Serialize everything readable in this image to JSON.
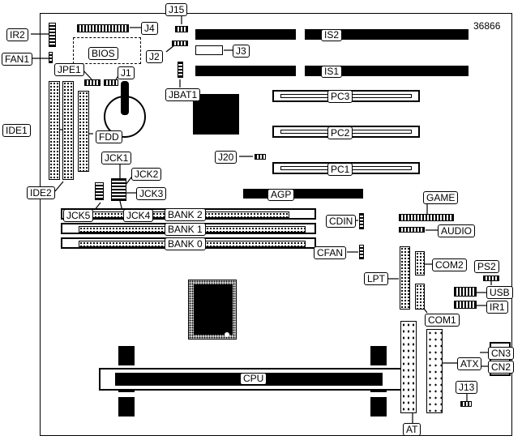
{
  "figure_id": "36866",
  "labels": {
    "ir2": "IR2",
    "fan1": "FAN1",
    "j4": "J4",
    "j15": "J15",
    "j2": "J2",
    "j3": "J3",
    "bios": "BIOS",
    "jpe1": "JPE1",
    "j1": "J1",
    "jbat1": "JBAT1",
    "is2": "IS2",
    "is1": "IS1",
    "pc3": "PC3",
    "pc2": "PC2",
    "pc1": "PC1",
    "ide1": "IDE1",
    "ide2": "IDE2",
    "fdd": "FDD",
    "j20": "J20",
    "jck1": "JCK1",
    "jck2": "JCK2",
    "jck3": "JCK3",
    "jck4": "JCK4",
    "jck5": "JCK5",
    "agp": "AGP",
    "game": "GAME",
    "cdin": "CDIN",
    "audio": "AUDIO",
    "bank2": "BANK 2",
    "bank1": "BANK 1",
    "bank0": "BANK 0",
    "cfan": "CFAN",
    "com2": "COM2",
    "lpt": "LPT",
    "ps2": "PS2",
    "usb": "USB",
    "ir1": "IR1",
    "com1": "COM1",
    "atx": "ATX",
    "cn3": "CN3",
    "cn2": "CN2",
    "j13": "J13",
    "at": "AT",
    "cpu": "CPU"
  }
}
